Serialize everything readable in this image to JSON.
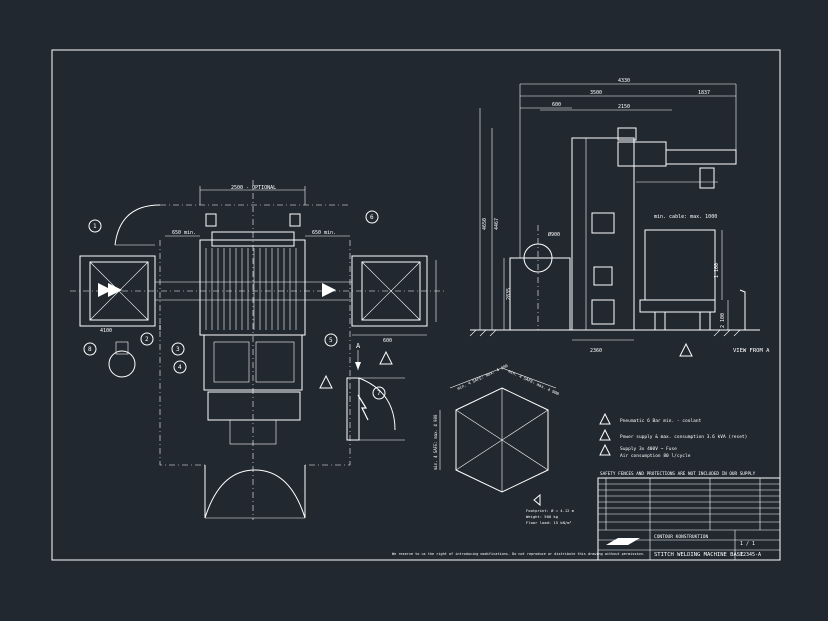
{
  "drawing": {
    "background_color": "#212830",
    "line_color": "#ffffff",
    "top_plan": {
      "optional_label": "2500 - OPTIONAL",
      "dim_left": "650 min.",
      "dim_right": "650 min.",
      "dim_small": "600",
      "callouts": [
        "1",
        "2",
        "3",
        "4",
        "5",
        "6",
        "7",
        "8"
      ],
      "marker_a": "A",
      "left_label": "4100"
    },
    "side_view": {
      "dim_total": "4330",
      "dim_a": "3500",
      "dim_b": "1837",
      "dim_c": "600",
      "dim_d": "2150",
      "dim_height": "4650",
      "dim_height2": "4467",
      "dim_low": "2835",
      "dim_right_a": "1 100",
      "dim_right_b": "2 100",
      "dim_cable": "min. cable: max. 1000",
      "dim_diam": "Ø900",
      "dim_bottom": "2360",
      "view_label": "VIEW FROM A"
    },
    "hexagon": {
      "dim_1": "min. 4 SAFE: max. 4 900",
      "dim_2": "min. 4 SAFE: max. 4 900",
      "dim_3": "min. 4 SAFE: max. 4 900",
      "note_1": "Footprint: Ø = 4.12 m",
      "note_2": "Weight: 500 kg",
      "note_3": "Floor load: 15 kN/m²"
    },
    "legend": {
      "item_1": "Pneumatic 6 Bar min. - coolant",
      "item_2": "Power supply & max. consumption 3.6 kVA (reset)",
      "item_3": "Supply 3x 400V ~ Fuse",
      "item_4": "Air consumption 80 l/cycle",
      "safety_title": "SAFETY FENCES AND PROTECTIONS ARE NOT INCLUDED IN OUR SUPPLY"
    },
    "title_block": {
      "company": "CONTOUR KONSTRUKTION",
      "title": "STITCH WELDING MACHINE BASE",
      "code": "12345-A",
      "sheet": "1 / 1"
    },
    "footer_note": "We reserve to us the right of introducing modifications. Do not reproduce or distribute this drawing without permission."
  }
}
